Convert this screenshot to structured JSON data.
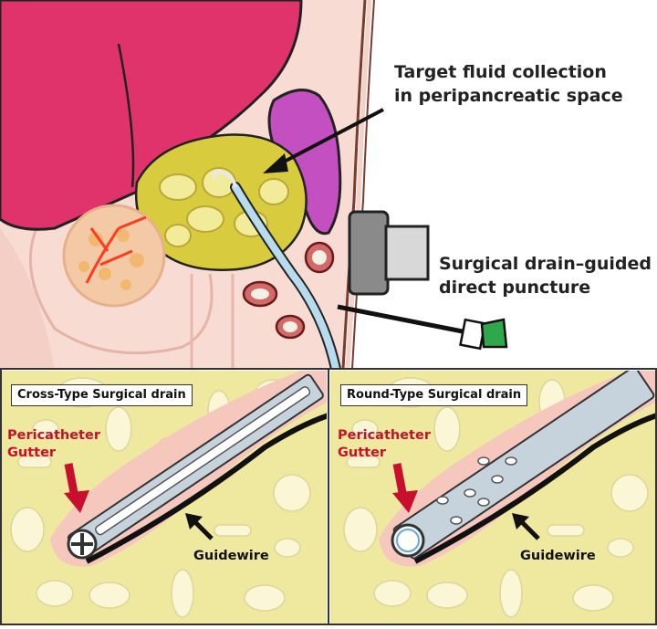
{
  "top_panel": {
    "target_label_line1": "Target fluid collection",
    "target_label_line2": "in peripancreatic space",
    "drain_label_line1": "Surgical drain–guided",
    "drain_label_line2": "direct puncture"
  },
  "left_panel": {
    "title": "Cross-Type Surgical drain",
    "gutter_line1": "Pericatheter",
    "gutter_line2": "Gutter",
    "guidewire": "Guidewire"
  },
  "right_panel": {
    "title": "Round-Type Surgical drain",
    "gutter_line1": "Pericatheter",
    "gutter_line2": "Gutter",
    "guidewire": "Guidewire"
  },
  "colors": {
    "liver": "#e0336b",
    "spleen_purple": "#c44fc0",
    "collection_yellow": "#d8cc3e",
    "fat_yellow": "#efe9a0",
    "skin_pink": "#f6d6cf",
    "drain_blue": "#b6dcee",
    "annotation_red": "#c8102e",
    "drain_body": "#c7d3dc"
  }
}
